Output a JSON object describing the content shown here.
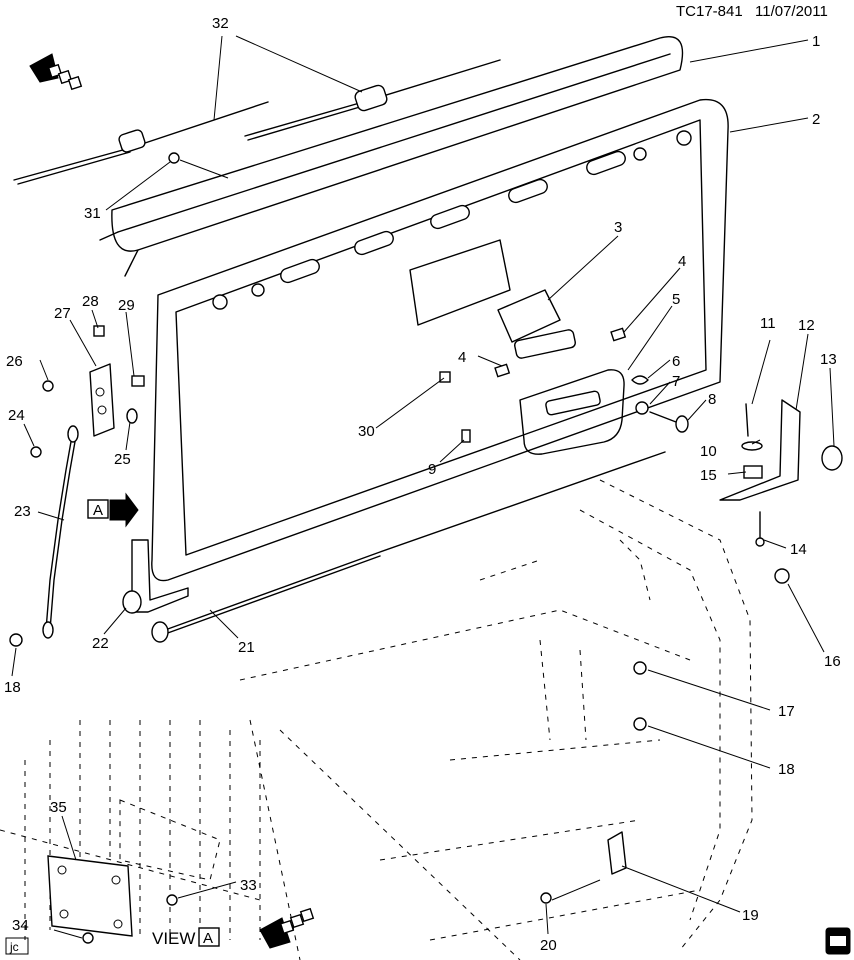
{
  "header": {
    "code": "TC17-841",
    "date": "11/07/2011"
  },
  "view_label": {
    "text": "VIEW",
    "letter": "A"
  },
  "view_marker": "A",
  "corner_tag": "jc",
  "icons": [
    "front-arrow-icon",
    "front-arrow-icon",
    "view-a-arrow-icon",
    "book-icon"
  ],
  "callouts": [
    "1",
    "2",
    "3",
    "4",
    "4",
    "5",
    "6",
    "7",
    "8",
    "9",
    "10",
    "11",
    "12",
    "13",
    "14",
    "15",
    "16",
    "17",
    "18",
    "18",
    "19",
    "20",
    "21",
    "22",
    "23",
    "24",
    "25",
    "26",
    "27",
    "28",
    "29",
    "30",
    "31",
    "32",
    "33",
    "34",
    "35"
  ]
}
